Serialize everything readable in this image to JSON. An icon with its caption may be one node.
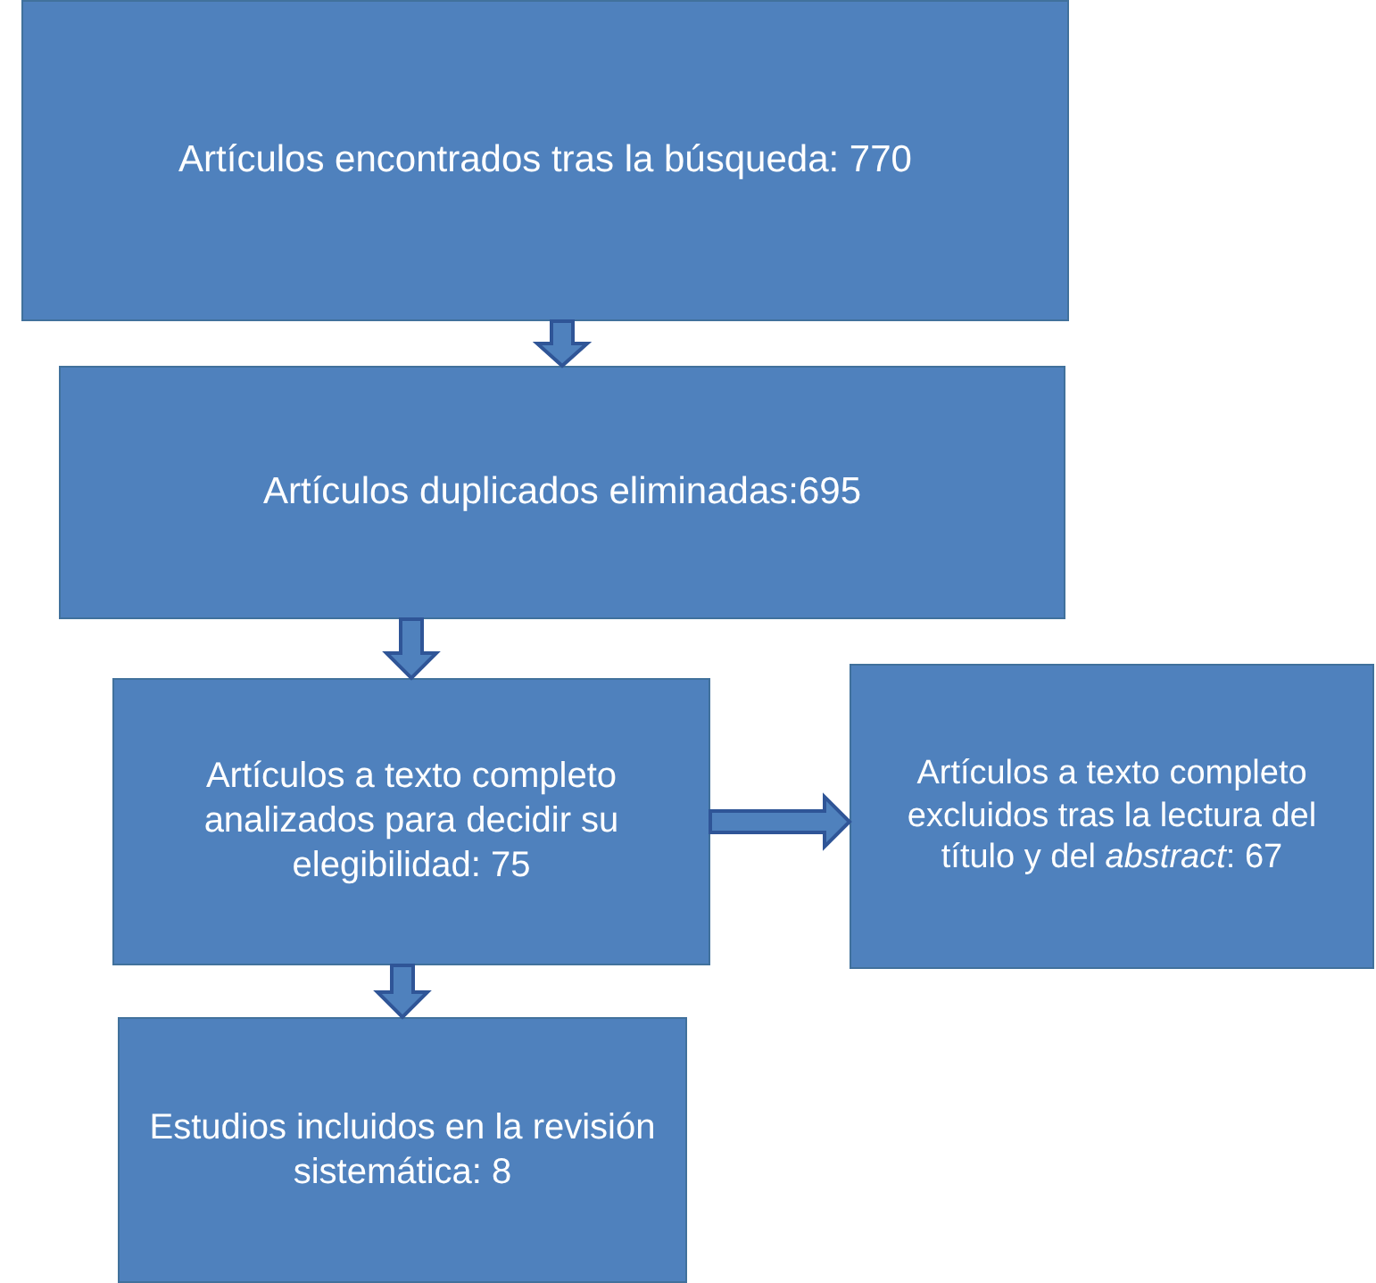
{
  "diagram": {
    "nodes": [
      {
        "text": [
          "Artículos encontrados tras la búsqueda: 770"
        ]
      },
      {
        "text": [
          "Artículos duplicados eliminadas:695"
        ]
      },
      {
        "text": [
          "Artículos a texto completo analizados para decidir su elegibilidad: 75"
        ]
      },
      {
        "text": [
          "Artículos a texto completo excluidos tras la lectura del título y del *abstract*: 67"
        ]
      },
      {
        "text": [
          "Estudios incluidos en la revisión sistemática: 8"
        ]
      }
    ],
    "edges": [
      {
        "from": 0,
        "to": 1,
        "arrow": "to"
      },
      {
        "from": 1,
        "to": 2,
        "arrow": "to"
      },
      {
        "from": 2,
        "to": 3,
        "arrow": "to"
      },
      {
        "from": 2,
        "to": 4,
        "arrow": "to"
      }
    ]
  }
}
